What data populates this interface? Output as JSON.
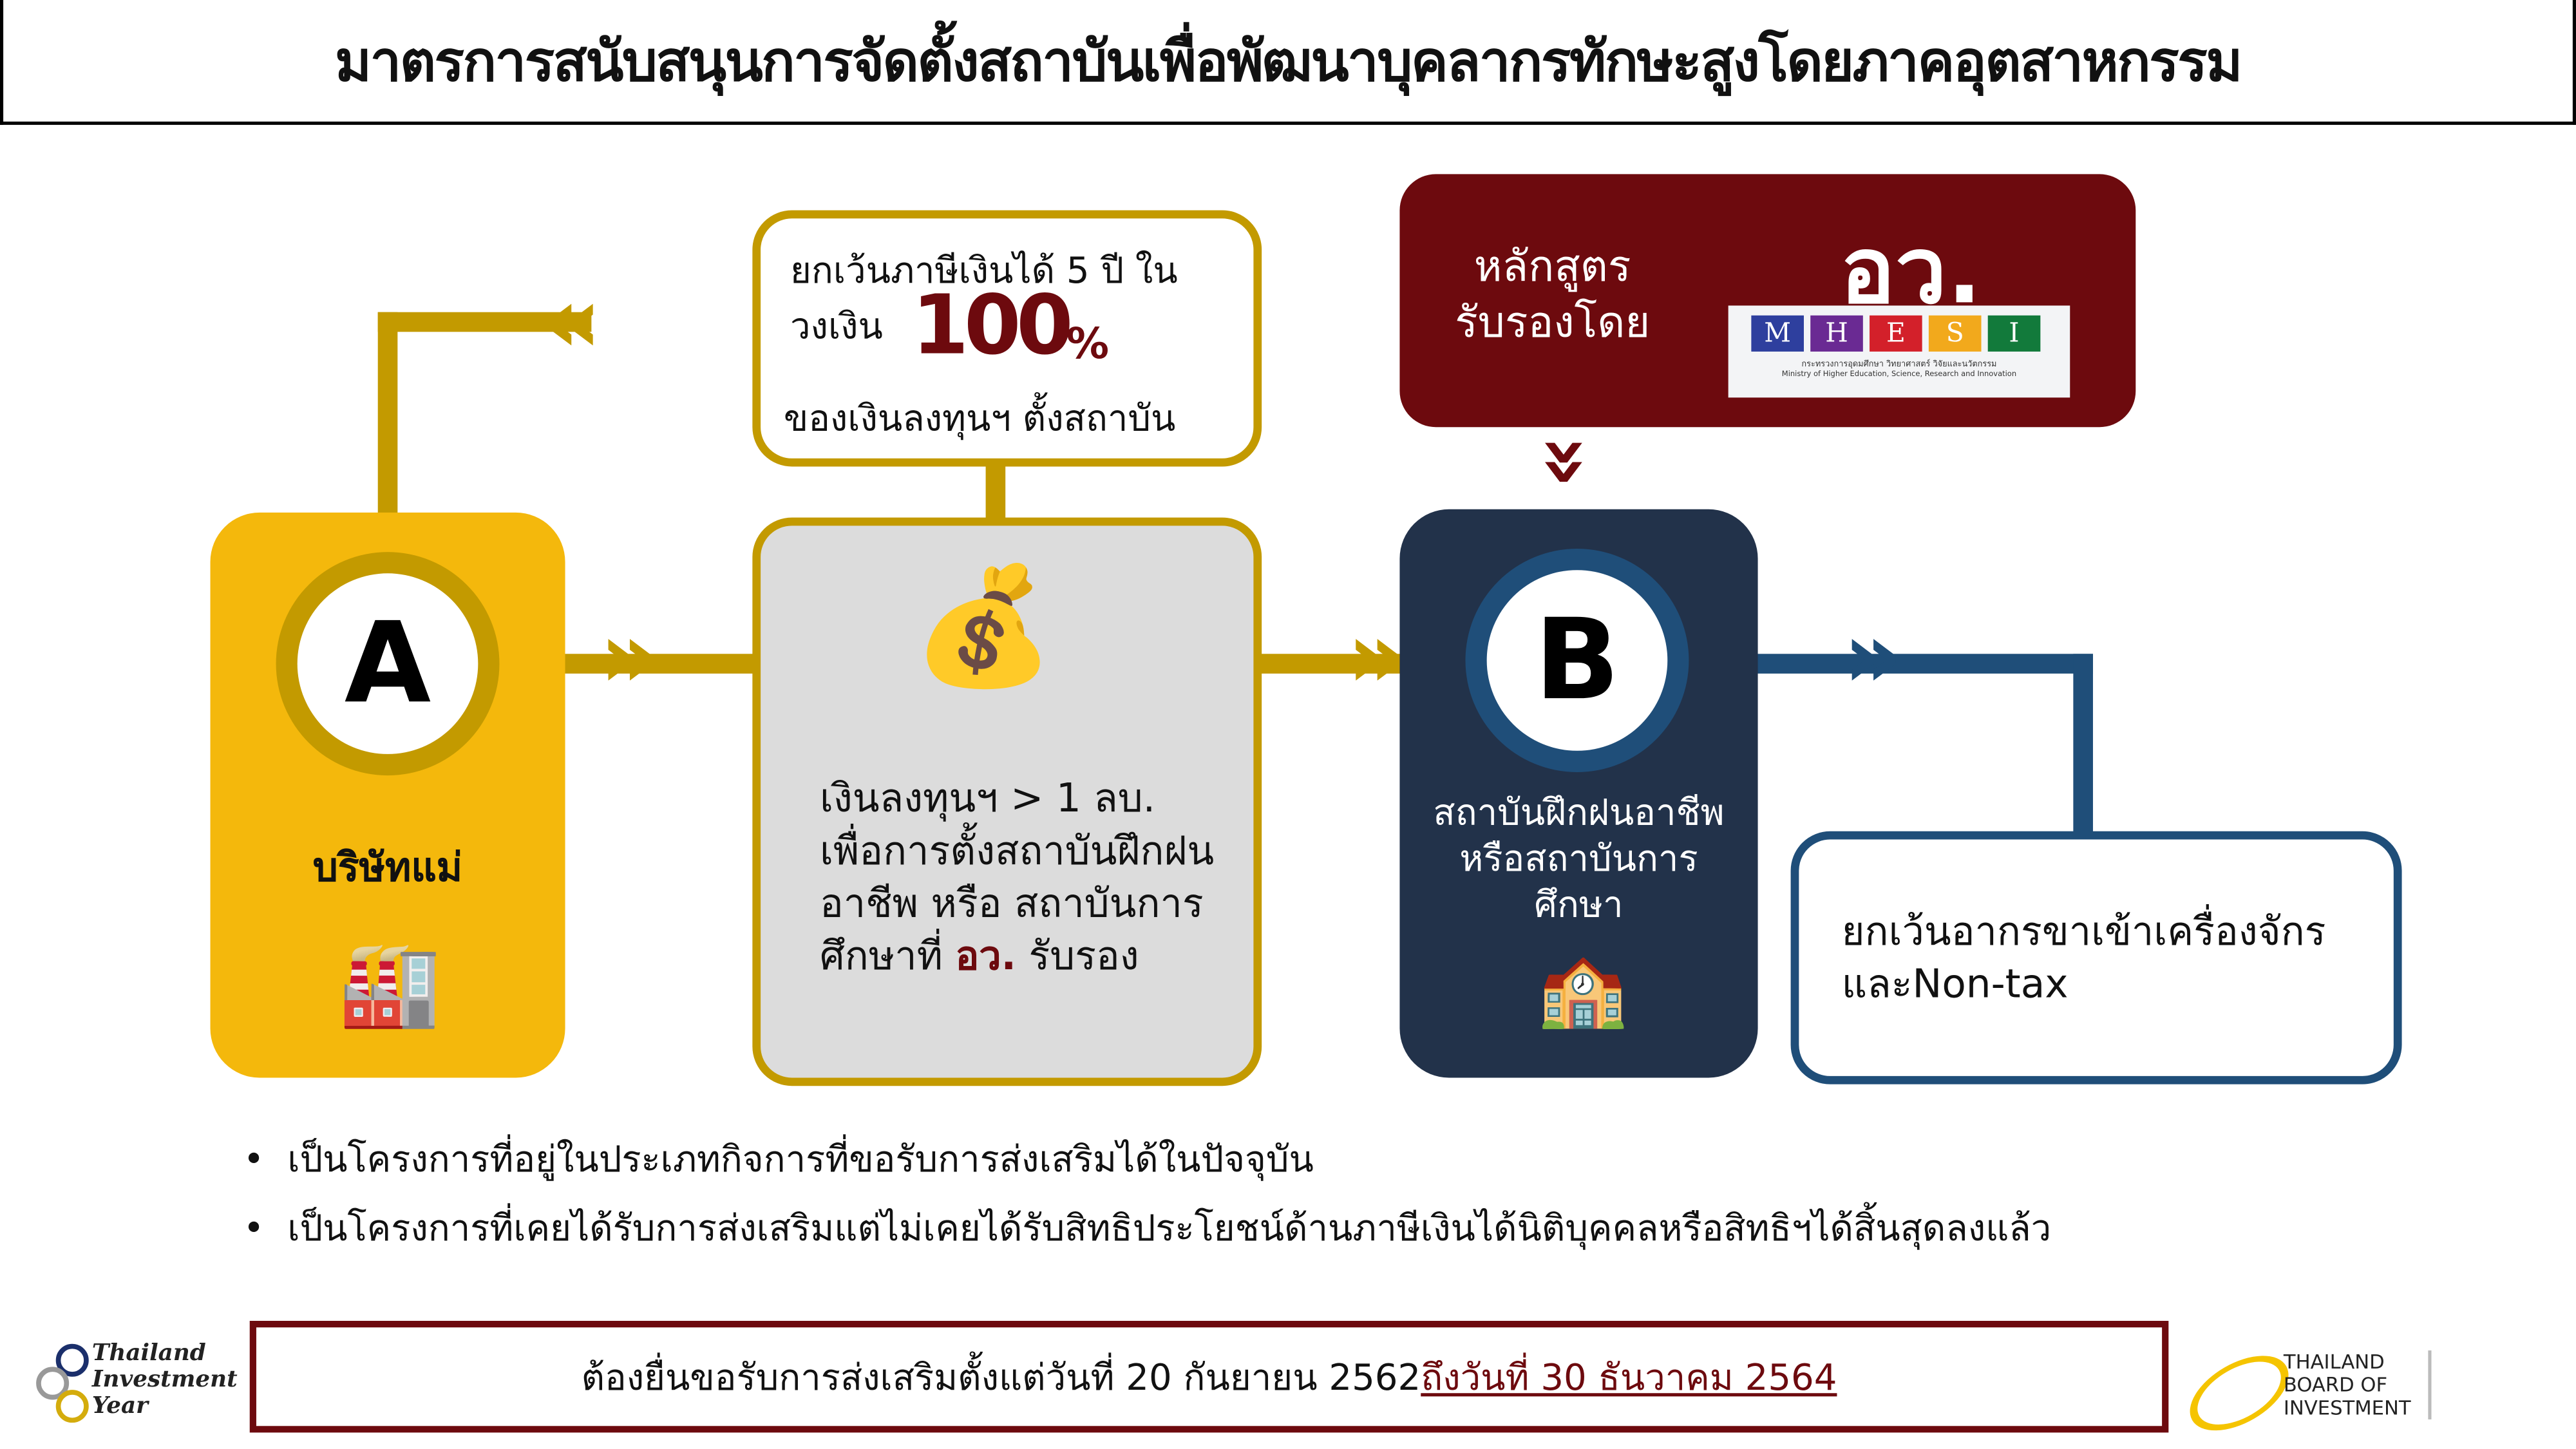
{
  "title": "มาตรการสนับสนุนการจัดตั้งสถาบันเพื่อพัฒนาบุคลากรทักษะสูงโดยภาคอุตสาหกรรม",
  "node_a": {
    "letter": "A",
    "label": "บริษัทแม่"
  },
  "tax_box": {
    "line1": "ยกเว้นภาษีเงินได้ 5 ปี ใน",
    "line2_prefix": "วงเงิน",
    "big": "100",
    "pct": "%",
    "line3": "ของเงินลงทุนฯ ตั้งสถาบัน"
  },
  "invest_box": {
    "text": "เงินลงทุนฯ > 1 ลบ. เพื่อการตั้งสถาบันฝึกฝนอาชีพ หรือ สถาบันการ ศึกษาที่",
    "highlight": "อว.",
    "suffix": " รับรอง"
  },
  "mhesi": {
    "label1": "หลักสูตร",
    "label2": "รับรองโดย",
    "abbr": "อว.",
    "letters": [
      "M",
      "H",
      "E",
      "S",
      "I"
    ],
    "colors": [
      "#2e3f9e",
      "#6a2a93",
      "#d3202a",
      "#f2a91c",
      "#127a3b"
    ],
    "th": "กระทรวงการอุดมศึกษา วิทยาศาสตร์ วิจัยและนวัตกรรม",
    "en": "Ministry of Higher Education, Science, Research and Innovation"
  },
  "node_b": {
    "letter": "B",
    "label": "สถาบันฝึกฝนอาชีพหรือสถาบันการศึกษา"
  },
  "right_box": {
    "text": "ยกเว้นอากรขาเข้าเครื่องจักร และNon-tax"
  },
  "bullets": [
    "เป็นโครงการที่อยู่ในประเภทกิจการที่ขอรับการส่งเสริมได้ในปัจจุบัน",
    "เป็นโครงการที่เคยได้รับการส่งเสริมแต่ไม่เคยได้รับสิทธิประโยชน์ด้านภาษีเงินได้นิติบุคคลหรือสิทธิฯได้สิ้นสุดลงแล้ว"
  ],
  "footer": {
    "text": "ต้องยื่นขอรับการส่งเสริมตั้งแต่วันที่ 20 กันยายน 2562 ",
    "deadline": "ถึงวันที่ 30 ธันวาคม 2564"
  },
  "logo_left": [
    "Thailand",
    "Investment",
    "Year"
  ],
  "logo_right": [
    "THAILAND",
    "BOARD OF",
    "INVESTMENT"
  ]
}
